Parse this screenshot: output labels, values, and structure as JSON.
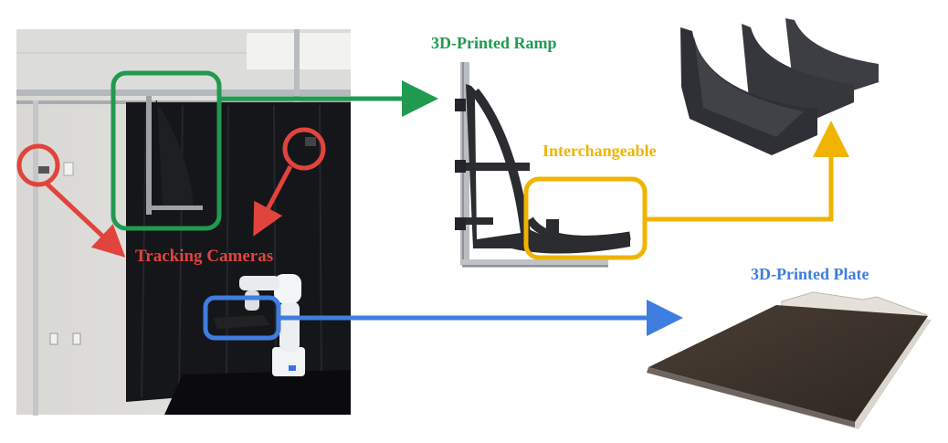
{
  "labels": {
    "ramp": "3D-Printed Ramp",
    "interchangeable": "Interchangeable",
    "tracking": "Tracking Cameras",
    "plate": "3D-Printed Plate"
  },
  "colors": {
    "green": "#1f9a4f",
    "orange": "#f0b400",
    "red": "#e0443c",
    "blue": "#3f7de0"
  }
}
